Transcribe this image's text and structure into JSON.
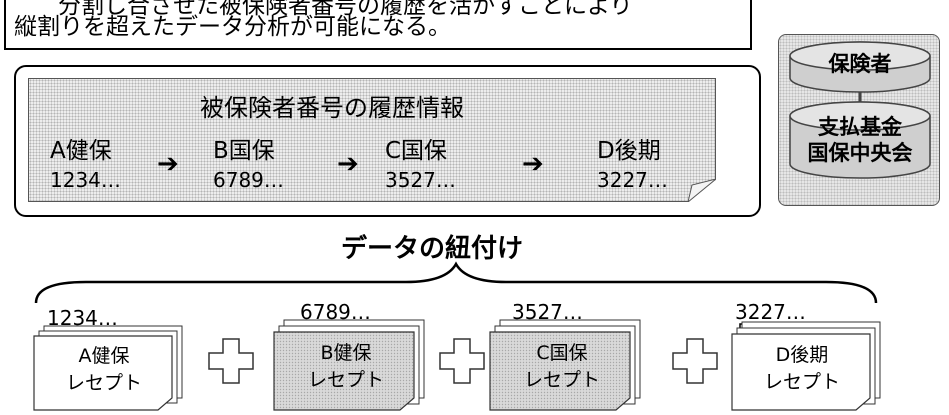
{
  "caption": {
    "line1": "分割し合させた被保険者番号の履歴を活かすことにより",
    "line2": "縦割りを超えたデータ分析が可能になる。"
  },
  "history": {
    "title": "被保険者番号の履歴情報",
    "insurers": [
      {
        "name": "A健保",
        "number": "1234…"
      },
      {
        "name": "B国保",
        "number": "6789…"
      },
      {
        "name": "C国保",
        "number": "3527…"
      },
      {
        "name": "D後期",
        "number": "3227…"
      }
    ],
    "arrow": "➔"
  },
  "database": {
    "top_label": "保険者",
    "bottom_label_line1": "支払基金",
    "bottom_label_line2": "国保中央会"
  },
  "linking": {
    "title": "データの紐付け"
  },
  "receipts": [
    {
      "number": "1234…",
      "label_line1": "A健保",
      "label_line2": "レセプト",
      "shaded": false
    },
    {
      "number": "6789…",
      "label_line1": "B健保",
      "label_line2": "レセプト",
      "shaded": true
    },
    {
      "number": "3527…",
      "label_line1": "C国保",
      "label_line2": "レセプト",
      "shaded": true
    },
    {
      "number": "3227…",
      "label_line1": "D後期",
      "label_line2": "レセプト",
      "shaded": false
    }
  ]
}
